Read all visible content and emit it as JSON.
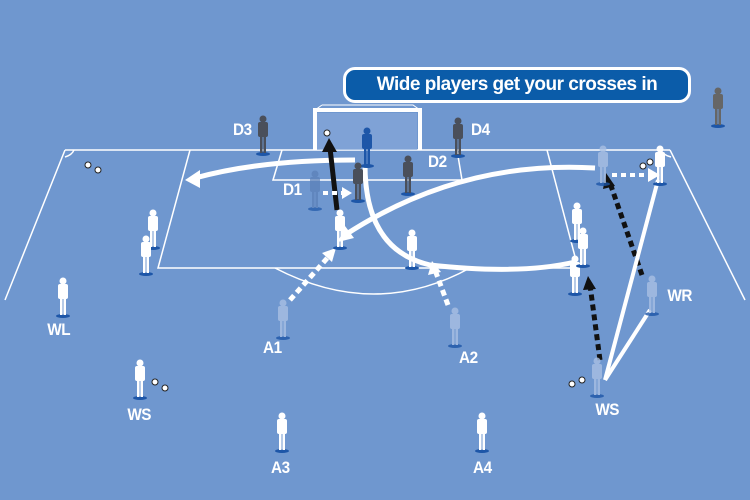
{
  "coach_speech": "Wide players get your crosses in",
  "labels": {
    "d1": "D1",
    "d2": "D2",
    "d3": "D3",
    "d4": "D4",
    "a1": "A1",
    "a2": "A2",
    "a3": "A3",
    "a4": "A4",
    "wl": "WL",
    "ws_left": "WS",
    "ws_right": "WS",
    "wr": "WR"
  },
  "colors": {
    "pitch": "#6f97cf",
    "bubble": "#0b5ca9",
    "attacker": "#ffffff",
    "defender": "#4a4f5a",
    "keeper": "#1d56a8"
  }
}
